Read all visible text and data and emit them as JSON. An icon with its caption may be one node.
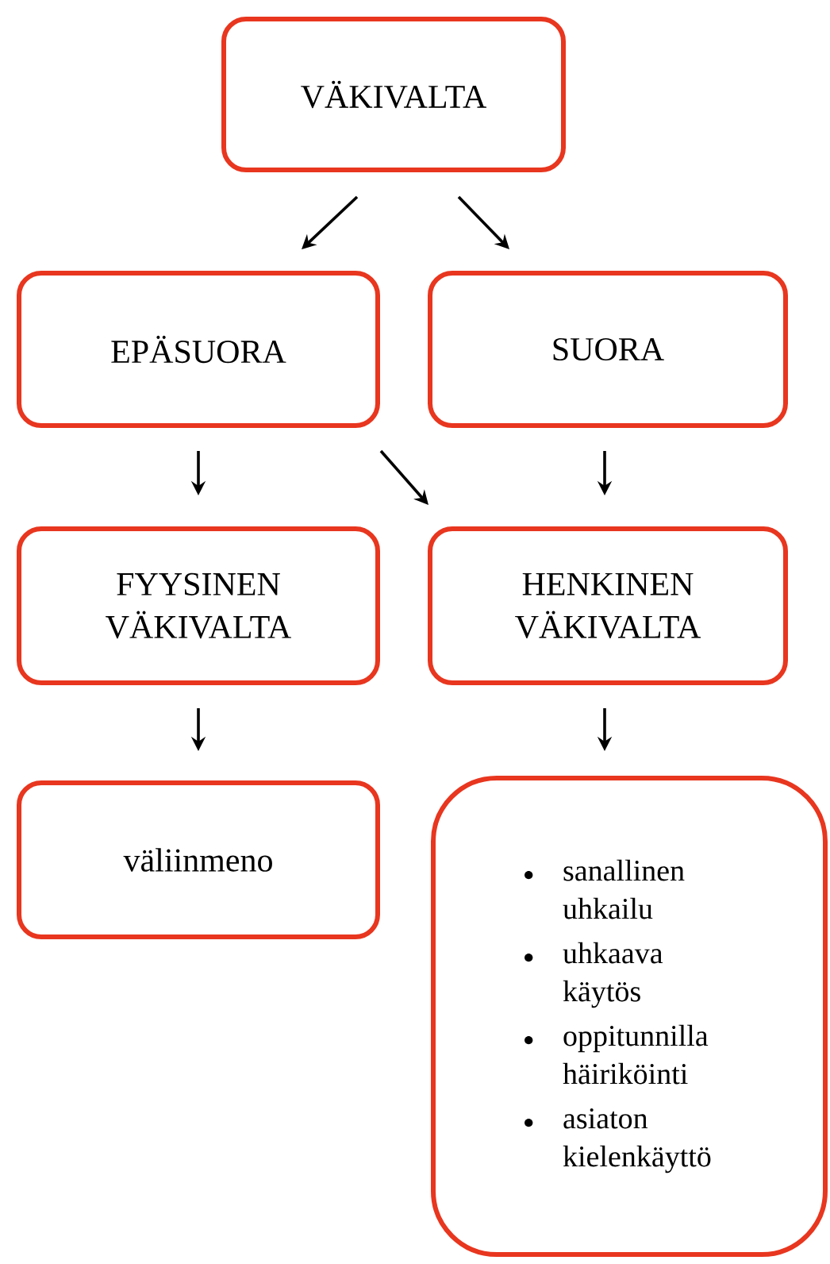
{
  "diagram": {
    "nodes": [
      {
        "text": [
          "VÄKIVALTA"
        ]
      },
      {
        "text": [
          "EPÄSUORA"
        ]
      },
      {
        "text": [
          "SUORA"
        ]
      },
      {
        "text": [
          "FYYSINEN VÄKIVALTA"
        ]
      },
      {
        "text": [
          "HENKINEN VÄKIVALTA"
        ]
      },
      {
        "text": [
          "väliinmeno"
        ]
      },
      {
        "text": [
          "sanallinen uhkailu",
          "uhkaava käytös",
          "oppitunnilla häiriköinti",
          "asiaton kielenkäyttö"
        ]
      }
    ],
    "edges": [
      {
        "from": 0,
        "to": 1,
        "arrow": "to"
      },
      {
        "from": 0,
        "to": 2,
        "arrow": "to"
      },
      {
        "from": 1,
        "to": 3,
        "arrow": "to"
      },
      {
        "from": 1,
        "to": 4,
        "arrow": "to"
      },
      {
        "from": 2,
        "to": 4,
        "arrow": "to"
      },
      {
        "from": 3,
        "to": 5,
        "arrow": "to"
      },
      {
        "from": 4,
        "to": 6,
        "arrow": "to"
      }
    ]
  }
}
